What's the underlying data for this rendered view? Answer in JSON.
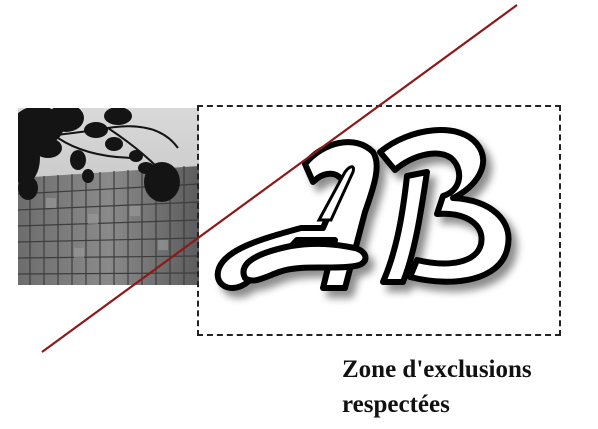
{
  "caption": {
    "line1": "Zone d'exclusions",
    "line2": "respectées"
  },
  "logo": {
    "letters": "AB"
  },
  "colors": {
    "diagonal_line": "#8b1a1a",
    "dashed_border": "#222222",
    "caption_text": "#111111"
  },
  "icons": [
    "building-photo",
    "ab-logo"
  ]
}
